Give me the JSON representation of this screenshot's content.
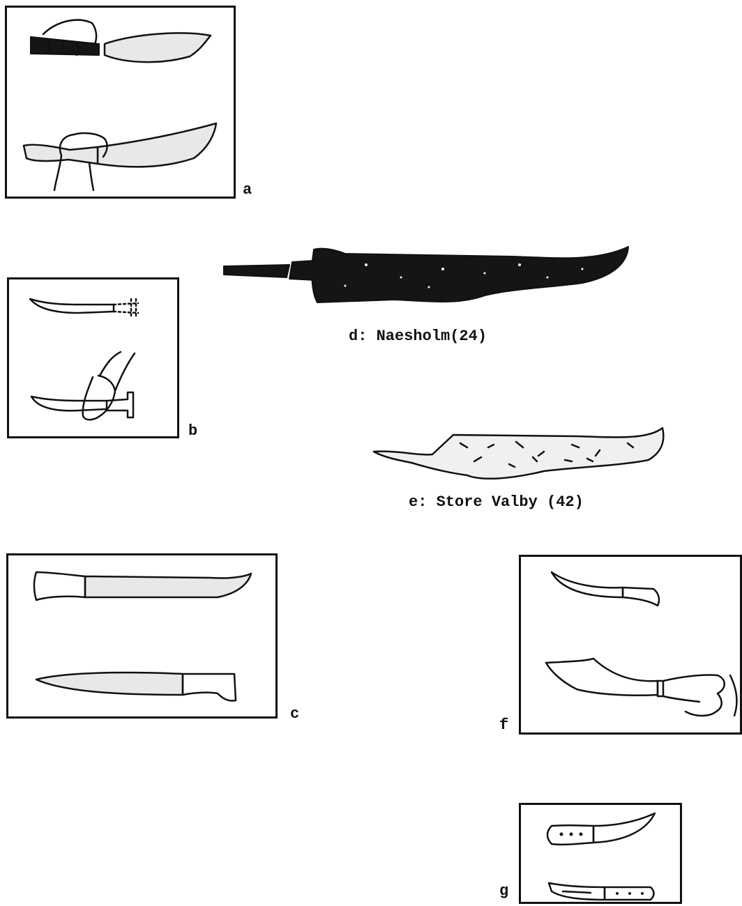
{
  "figures": {
    "a": {
      "label": "a"
    },
    "b": {
      "label": "b"
    },
    "c": {
      "label": "c"
    },
    "d": {
      "label": "d: Naesholm(24)"
    },
    "e": {
      "label": "e: Store Valby (42)"
    },
    "f": {
      "label": "f"
    },
    "g": {
      "label": "g"
    }
  },
  "colors": {
    "ink": "#111111",
    "paper": "#ffffff"
  }
}
